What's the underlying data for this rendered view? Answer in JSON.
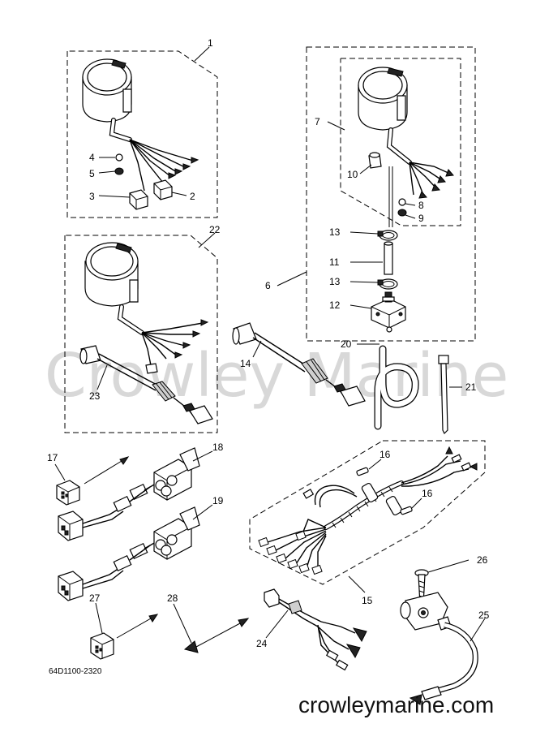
{
  "watermark": "Crowley Marine",
  "drawing_ref": "64D1100-2320",
  "site_url": "crowleymarine.com",
  "callouts": {
    "c1": "1",
    "c2": "2",
    "c3": "3",
    "c4": "4",
    "c5": "5",
    "c6": "6",
    "c7": "7",
    "c8": "8",
    "c9": "9",
    "c10": "10",
    "c11": "11",
    "c12": "12",
    "c13a": "13",
    "c13b": "13",
    "c14": "14",
    "c15": "15",
    "c16a": "16",
    "c16b": "16",
    "c17": "17",
    "c18": "18",
    "c19": "19",
    "c20": "20",
    "c21": "21",
    "c22": "22",
    "c23": "23",
    "c24": "24",
    "c25": "25",
    "c26": "26",
    "c27": "27",
    "c28": "28"
  }
}
